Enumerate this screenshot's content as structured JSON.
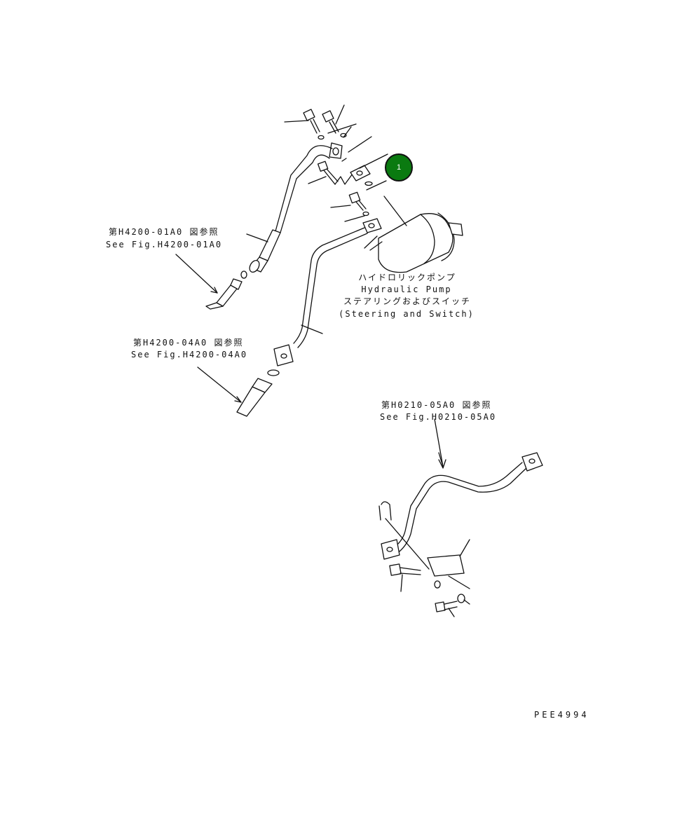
{
  "callout": {
    "number": "1",
    "color": "#0a7a10"
  },
  "refs": {
    "upper": {
      "jp": "第H4200-01A0 図参照",
      "en": "See Fig.H4200-01A0"
    },
    "middle": {
      "jp": "第H4200-04A0 図参照",
      "en": "See Fig.H4200-04A0"
    },
    "lower": {
      "jp": "第H0210-05A0 図参照",
      "en": "See Fig.H0210-05A0"
    }
  },
  "pump": {
    "jp": "ハイドロリックポンプ",
    "en": "Hydraulic Pump",
    "sub_jp": "ステアリングおよびスイッチ",
    "sub_en": "(Steering and Switch)"
  },
  "drawing_code": "PEE4994"
}
